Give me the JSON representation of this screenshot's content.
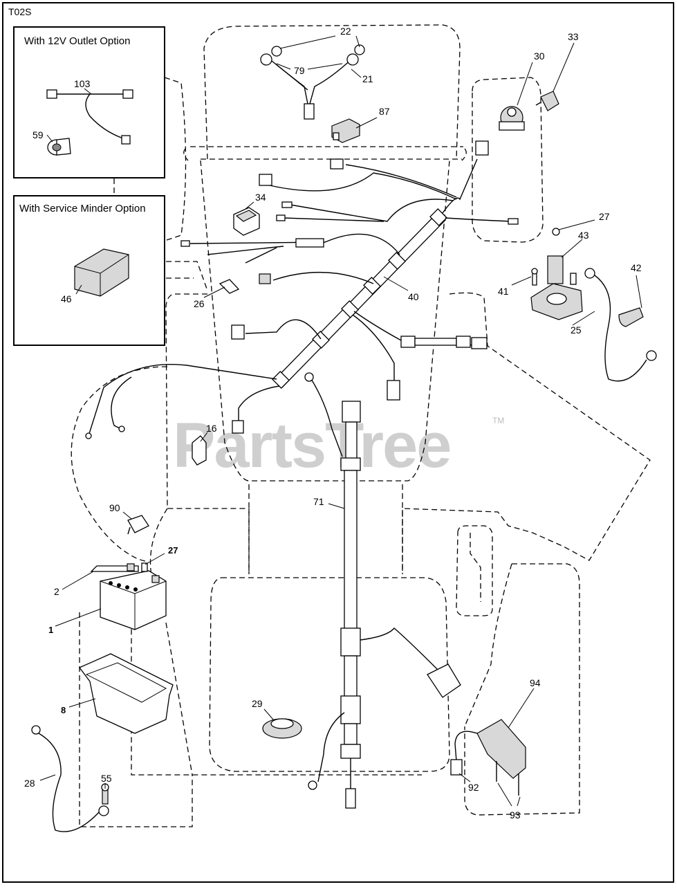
{
  "diagram": {
    "code": "T02S",
    "watermark": "PartsTree",
    "trademark": "TM",
    "option_boxes": [
      {
        "title": "With 12V Outlet Option"
      },
      {
        "title": "With Service Minder Option"
      }
    ],
    "callouts": [
      {
        "id": "c22",
        "text": "22"
      },
      {
        "id": "c79",
        "text": "79"
      },
      {
        "id": "c21",
        "text": "21"
      },
      {
        "id": "c87",
        "text": "87"
      },
      {
        "id": "c30",
        "text": "30"
      },
      {
        "id": "c33",
        "text": "33"
      },
      {
        "id": "c103",
        "text": "103"
      },
      {
        "id": "c59",
        "text": "59"
      },
      {
        "id": "c34",
        "text": "34"
      },
      {
        "id": "c27a",
        "text": "27"
      },
      {
        "id": "c43",
        "text": "43"
      },
      {
        "id": "c42",
        "text": "42"
      },
      {
        "id": "c41",
        "text": "41"
      },
      {
        "id": "c40",
        "text": "40"
      },
      {
        "id": "c26",
        "text": "26"
      },
      {
        "id": "c46",
        "text": "46"
      },
      {
        "id": "c25",
        "text": "25"
      },
      {
        "id": "c16",
        "text": "16"
      },
      {
        "id": "c71",
        "text": "71"
      },
      {
        "id": "c90",
        "text": "90"
      },
      {
        "id": "c27b",
        "text": "27"
      },
      {
        "id": "c2",
        "text": "2"
      },
      {
        "id": "c1",
        "text": "1"
      },
      {
        "id": "c8",
        "text": "8"
      },
      {
        "id": "c29",
        "text": "29"
      },
      {
        "id": "c94",
        "text": "94"
      },
      {
        "id": "c28",
        "text": "28"
      },
      {
        "id": "c55",
        "text": "55"
      },
      {
        "id": "c92",
        "text": "92"
      },
      {
        "id": "c93",
        "text": "93"
      }
    ]
  }
}
